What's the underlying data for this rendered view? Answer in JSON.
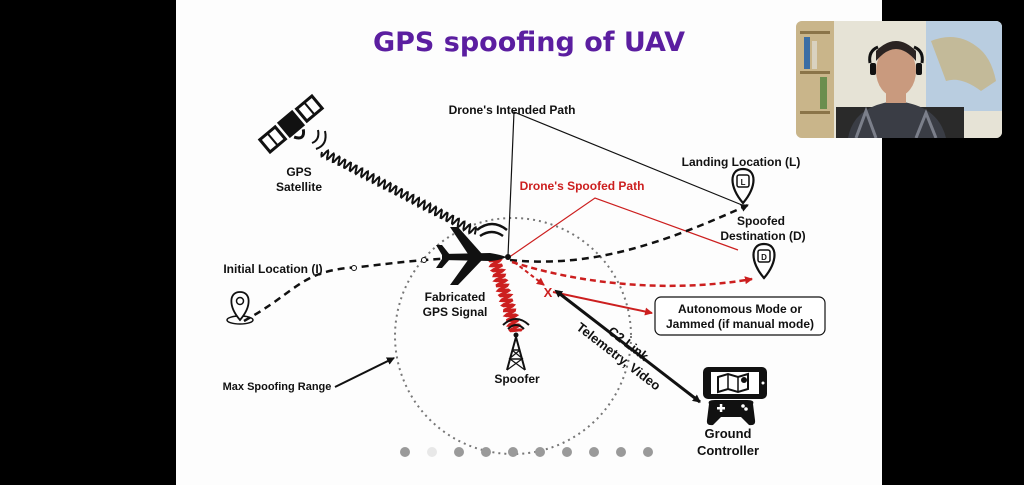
{
  "slide": {
    "title": "GPS spoofing of UAV",
    "title_color": "#5b1ea0",
    "spoof_color": "#cc1f1f"
  },
  "diagram": {
    "gps_satellite": [
      "GPS",
      "Satellite"
    ],
    "intended_path": "Drone's Intended Path",
    "spoofed_path": "Drone's Spoofed Path",
    "landing_location": "Landing Location (L)",
    "spoofed_destination": [
      "Spoofed",
      "Destination (D)"
    ],
    "initial_location": "Initial Location (I)",
    "fabricated_signal": [
      "Fabricated",
      "GPS Signal"
    ],
    "autonomous_mode": [
      "Autonomous Mode or",
      "Jammed (if manual mode)"
    ],
    "c2_link": [
      "C2 Link",
      "Telemetry, Video"
    ],
    "spoofer": "Spoofer",
    "max_range": "Max Spoofing Range",
    "ground_controller": [
      "Ground",
      "Controller"
    ],
    "marker_landing": "L",
    "marker_destination": "D",
    "x_mark": "X"
  },
  "icons": [
    "satellite-icon",
    "drone-icon",
    "location-pin-icon",
    "radio-tower-icon",
    "tablet-map-icon",
    "gamepad-icon",
    "webcam-person"
  ],
  "pager": {
    "count": 10,
    "active_index": 1
  }
}
